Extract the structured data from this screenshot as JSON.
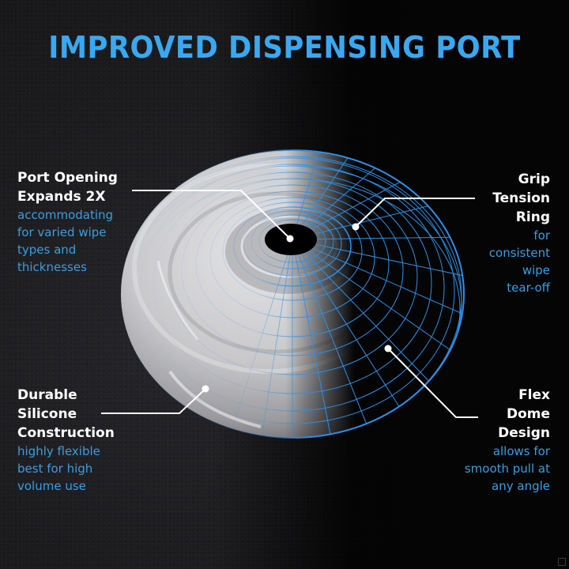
{
  "title": "IMPROVED DISPENSING PORT",
  "colors": {
    "title": "#3aa8f0",
    "subtext": "#3b9de0",
    "heading": "#ffffff",
    "wireframe": "#2e8fe6",
    "background_left": "#1c1c1f",
    "background_right": "#050505"
  },
  "callouts": {
    "port_opening": {
      "heading": [
        "Port Opening",
        "Expands 2X"
      ],
      "description": [
        "accommodating",
        "for varied wipe",
        "types and",
        "thicknesses"
      ]
    },
    "grip_tension": {
      "heading": [
        "Grip",
        "Tension",
        "Ring"
      ],
      "description": [
        "for",
        "consistent",
        "wipe",
        "tear-off"
      ]
    },
    "silicone": {
      "heading": [
        "Durable",
        "Silicone",
        "Construction"
      ],
      "description": [
        "highly flexible",
        "best for high",
        "volume use"
      ]
    },
    "flex_dome": {
      "heading": [
        "Flex",
        "Dome",
        "Design"
      ],
      "description": [
        "allows for",
        "smooth pull at",
        "any angle"
      ]
    }
  },
  "icons": {
    "product": "silicone-dome-port",
    "leader_dot": "pointer-dot-icon"
  }
}
